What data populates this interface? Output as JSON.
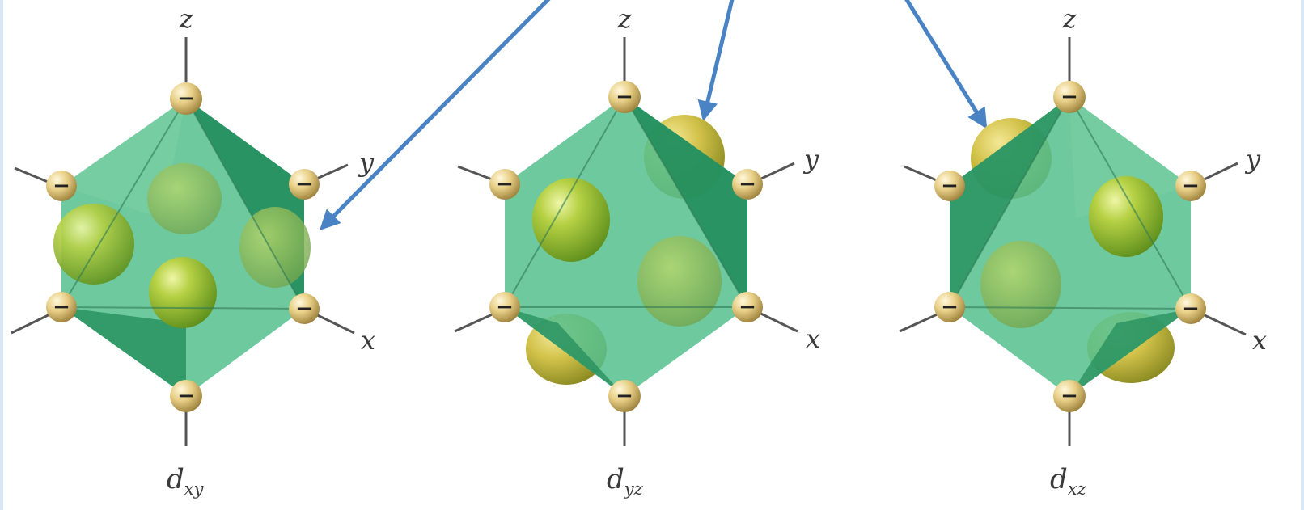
{
  "colors": {
    "octahedron_light": "#56c08e",
    "octahedron_dark": "#1f8a58",
    "lobe": "#a9c83a",
    "lobe_highlight": "#e3ef90",
    "ligand": "#e8cf86",
    "arrow": "#4a83c4",
    "axis_line": "#555555",
    "text": "#3a3a3a"
  },
  "glyphs": {
    "ligand_charge": "−"
  },
  "axes": {
    "x": "x",
    "y": "y",
    "z": "z"
  },
  "orbitals": [
    {
      "symbol": "d",
      "subscript": "xy"
    },
    {
      "symbol": "d",
      "subscript": "yz"
    },
    {
      "symbol": "d",
      "subscript": "xz"
    }
  ]
}
